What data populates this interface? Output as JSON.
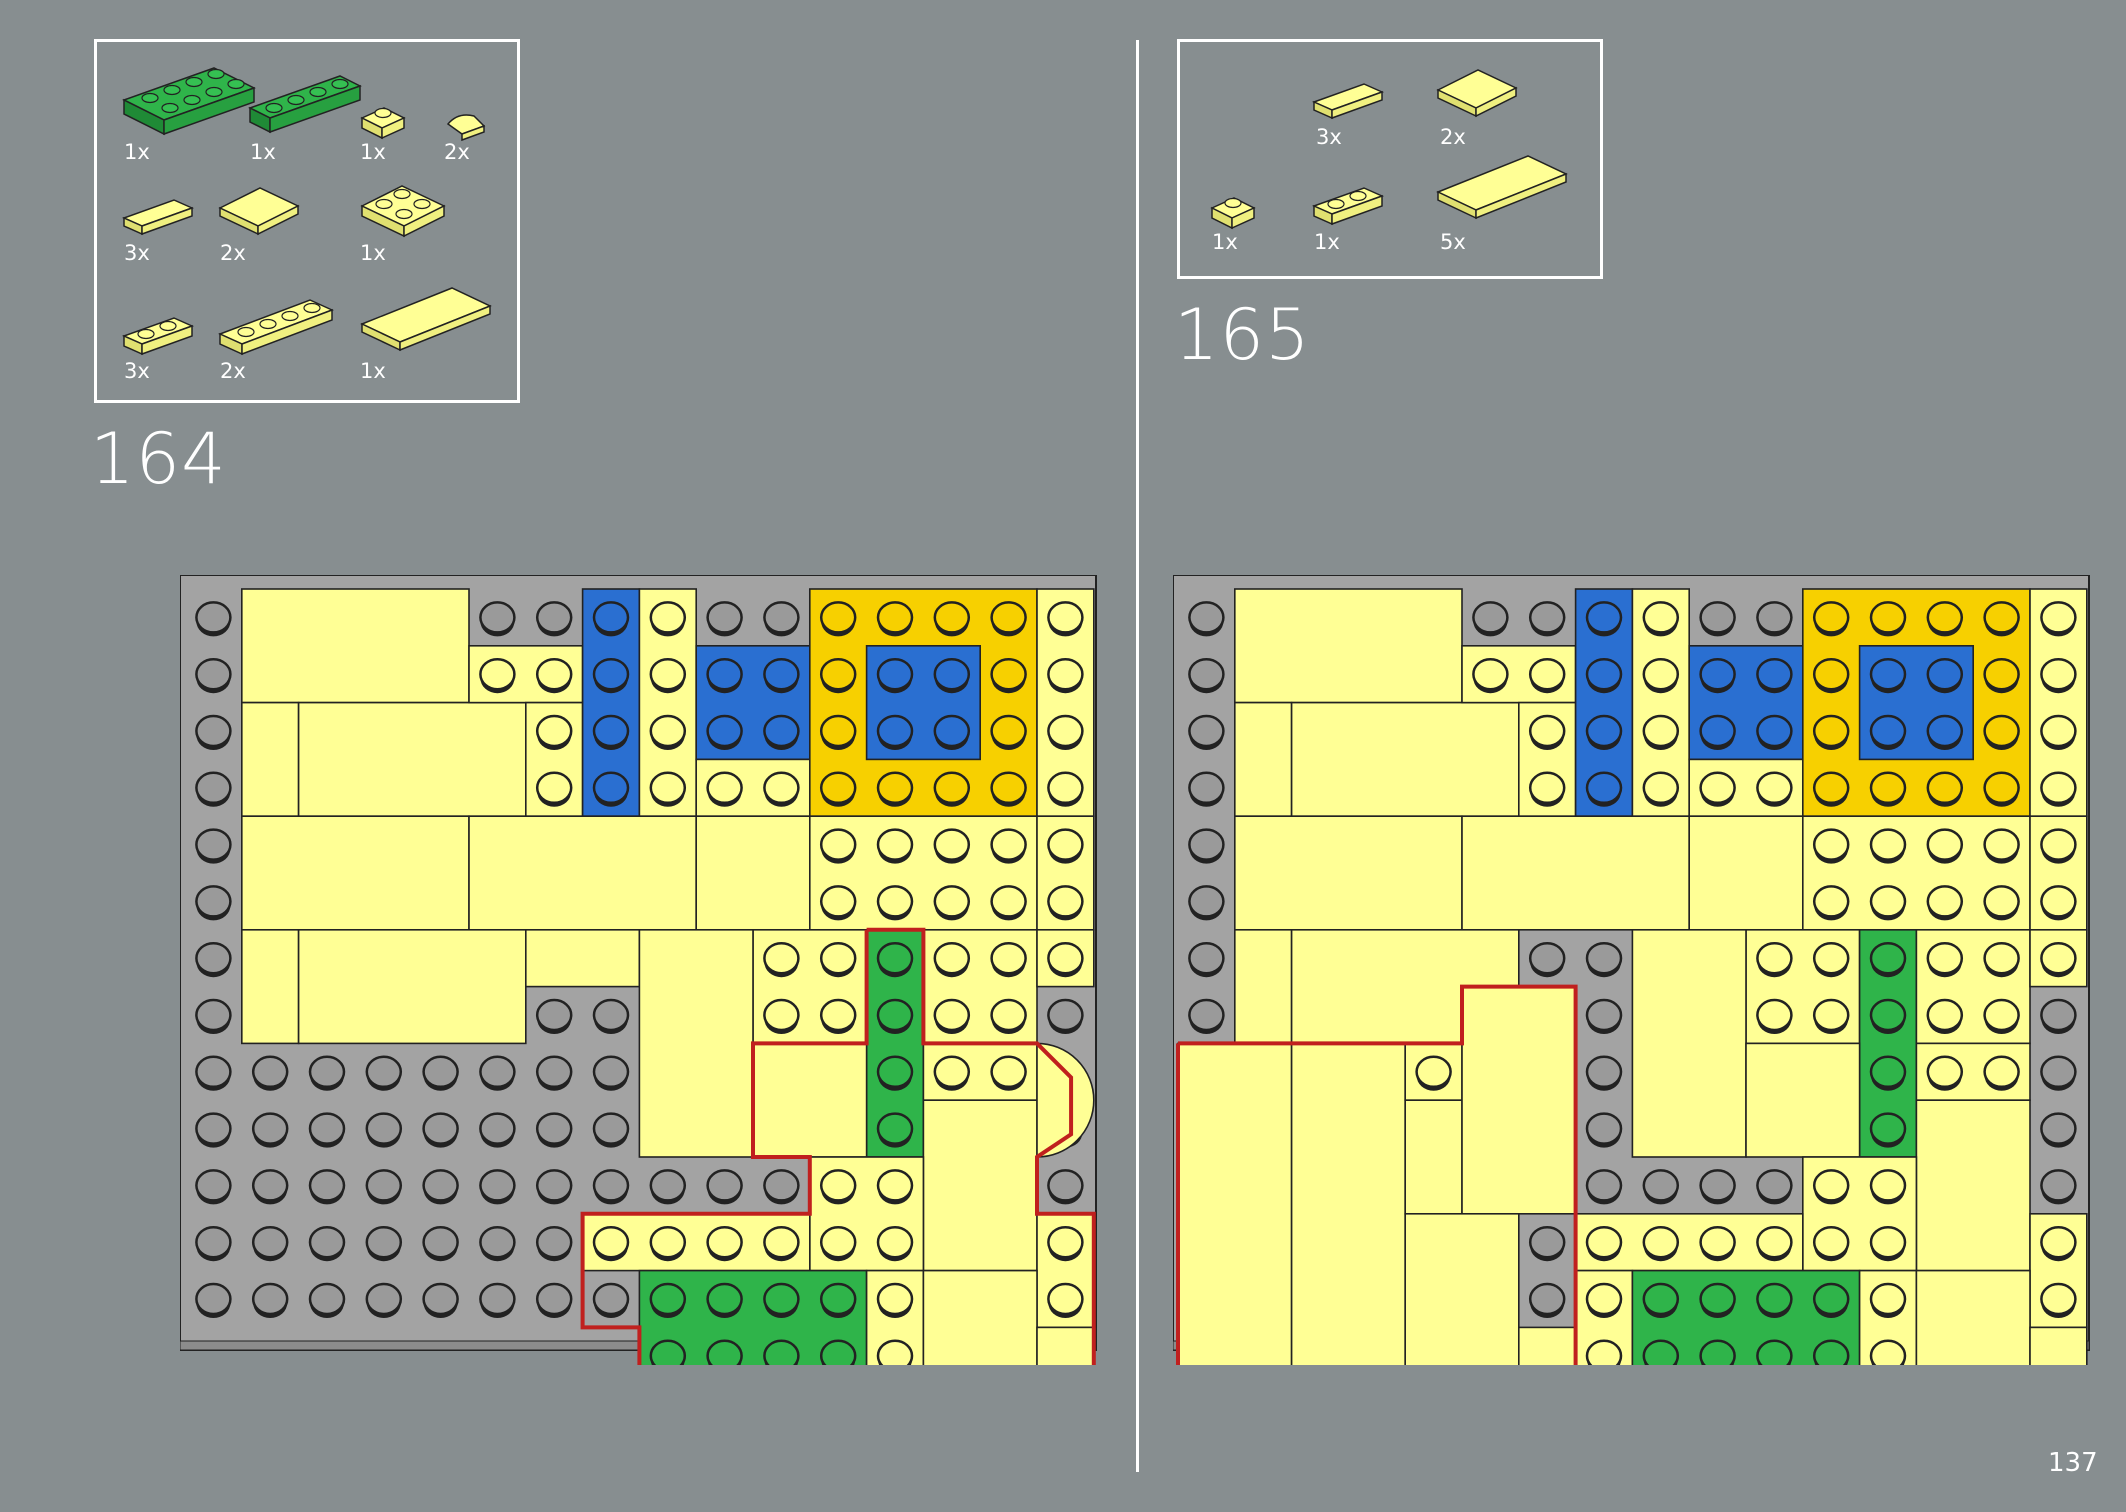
{
  "colors": {
    "background": "#878e90",
    "baseplate": "#a3a3a3",
    "tan_yellow": "#ffff95",
    "bright_yellow": "#f7d000",
    "blue": "#2a6fd1",
    "green": "#2fb44a",
    "highlight": "#c0201e"
  },
  "step164": {
    "number": "164",
    "parts": [
      {
        "qty": "1x",
        "icon": "green-plate-2x4-icon"
      },
      {
        "qty": "1x",
        "icon": "green-plate-1x4-icon"
      },
      {
        "qty": "1x",
        "icon": "yellow-plate-1x1-icon"
      },
      {
        "qty": "2x",
        "icon": "yellow-quarter-tile-icon"
      },
      {
        "qty": "3x",
        "icon": "yellow-tile-1x2-icon"
      },
      {
        "qty": "2x",
        "icon": "yellow-tile-2x2-icon"
      },
      {
        "qty": "1x",
        "icon": "yellow-plate-2x2-icon"
      },
      {
        "qty": "3x",
        "icon": "yellow-plate-1x2-icon"
      },
      {
        "qty": "2x",
        "icon": "yellow-plate-1x4-icon"
      },
      {
        "qty": "1x",
        "icon": "yellow-tile-2x4-icon"
      }
    ]
  },
  "step165": {
    "number": "165",
    "parts": [
      {
        "qty": "3x",
        "icon": "yellow-tile-1x2-icon"
      },
      {
        "qty": "2x",
        "icon": "yellow-tile-2x2-icon"
      },
      {
        "qty": "1x",
        "icon": "yellow-plate-1x1-icon"
      },
      {
        "qty": "1x",
        "icon": "yellow-plate-1x2-icon"
      },
      {
        "qty": "5x",
        "icon": "yellow-tile-2x4-icon"
      }
    ]
  },
  "page_number": "137"
}
